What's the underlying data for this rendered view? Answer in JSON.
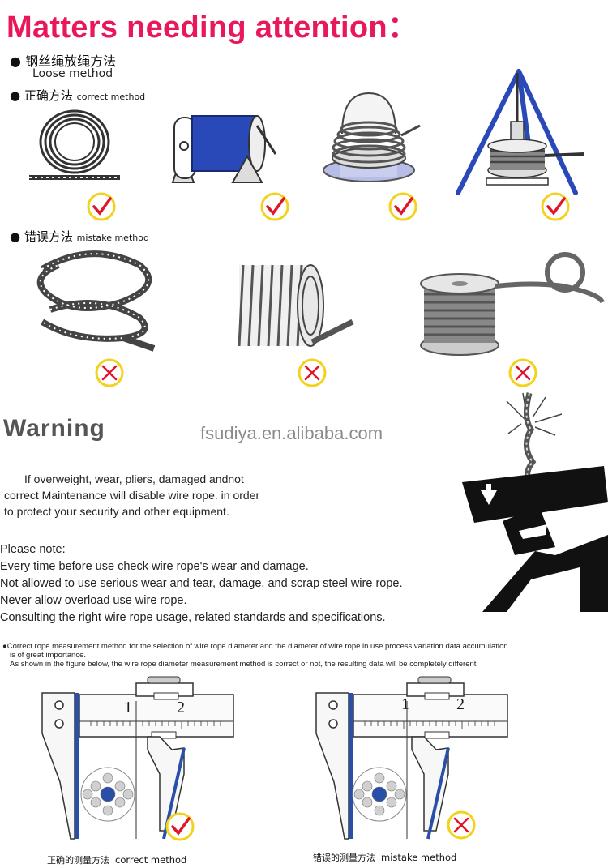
{
  "title": "Matters needing attention：",
  "loose": {
    "heading": "钢丝绳放绳方法",
    "subtitle": "Loose method"
  },
  "correct": {
    "label_cn": "正确方法",
    "label_en": "correct method"
  },
  "mistake": {
    "label_cn": "错误方法",
    "label_en": "mistake method"
  },
  "warning": {
    "title": "Warning",
    "website": "fsudiya.en.alibaba.com",
    "lines": [
      "If overweight, wear, pliers, damaged andnot",
      "correct Maintenance will disable wire rope. in order",
      "to protect your security and other equipment."
    ]
  },
  "notes": {
    "heading": "Please note:",
    "items": [
      "Every time before use check wire rope's wear and damage.",
      "Not allowed to use serious wear and tear, damage, and scrap steel wire rope.",
      "Never allow overload use wire rope.",
      "Consulting the right wire rope usage, related standards and specifications."
    ]
  },
  "measurement": {
    "line1": "Correct rope measurement method for the selection of wire rope diameter and the diameter of wire rope in use process  variation data accumulation",
    "line2": "is of great importance.",
    "line3": "As shown in the figure below, the wire rope diameter measurement method is correct or not, the resulting data will be completely different",
    "scale_1": "1",
    "scale_2": "2",
    "correct_cn": "正确的测量方法",
    "correct_en": "correct method",
    "mistake_cn": "错误的测量方法",
    "mistake_en": "mistake method"
  },
  "colors": {
    "title": "#e8185a",
    "badge": "#f2d21b",
    "mark": "#e0142b",
    "spool": "#2a49b8",
    "caliper": "#2a4fa8"
  }
}
